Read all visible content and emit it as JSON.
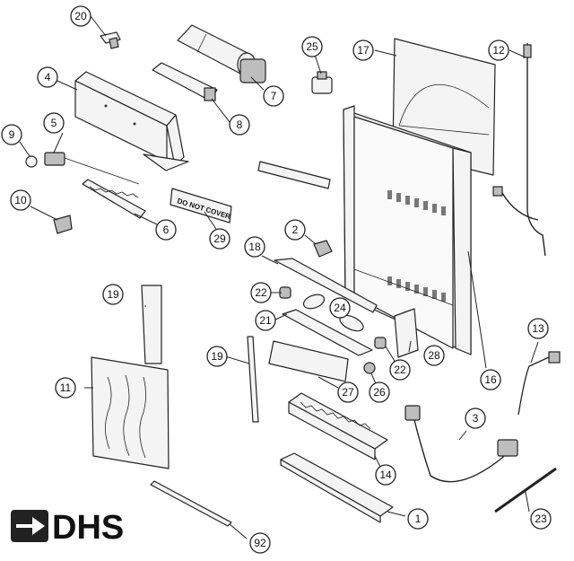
{
  "logo": {
    "text": "DHS"
  },
  "label": {
    "text": "DO NOT COVER"
  },
  "callouts": [
    "20",
    "25",
    "17",
    "12",
    "4",
    "7",
    "8",
    "9",
    "5",
    "10",
    "6",
    "29",
    "2",
    "18",
    "22",
    "24",
    "21",
    "19",
    "11",
    "27",
    "26",
    "22",
    "28",
    "16",
    "13",
    "3",
    "14",
    "1",
    "23",
    "92",
    "19"
  ]
}
